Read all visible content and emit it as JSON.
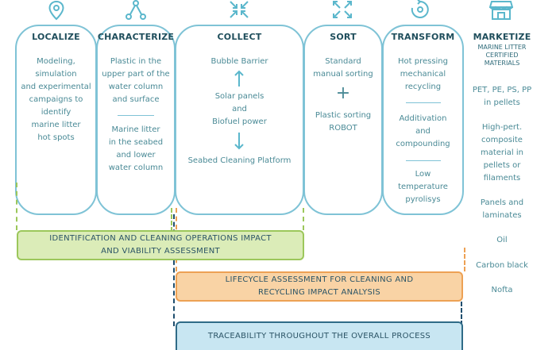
{
  "stages": {
    "localize": {
      "title": "LOCALIZE",
      "icon": "location-pin-icon",
      "text": "Modeling,\nsimulation\nand experimental\ncampaigns to\nidentify\nmarine litter\nhot spots"
    },
    "characterize": {
      "title": "CHARACTERIZE",
      "icon": "molecule-icon",
      "text_top": "Plastic in the\nupper part of the\nwater column\nand surface",
      "text_bottom": "Marine litter\nin the seabed\nand lower\nwater column"
    },
    "collect": {
      "title": "COLLECT",
      "icon": "collapse-arrows-icon",
      "line1": "Bubble Barrier",
      "line2": "Solar panels\nand\nBiofuel power",
      "line3": "Seabed Cleaning Platform"
    },
    "sort": {
      "title": "SORT",
      "icon": "expand-arrows-icon",
      "text_top": "Standard\nmanual sorting",
      "plus": "+",
      "text_bottom": "Plastic sorting\nROBOT"
    },
    "transform": {
      "title": "TRANSFORM",
      "icon": "recycle-disc-icon",
      "text_1": "Hot pressing\nmechanical\nrecycling",
      "text_2": "Additivation\nand\ncompounding",
      "text_3": "Low\ntemperature\npyrolisys"
    },
    "marketize": {
      "title": "MARKETIZE",
      "icon": "market-stall-icon",
      "subtitle": "MARINE LITTER\nCERTIFIED\nMATERIALS",
      "items": [
        "PET, PE, PS, PP\nin pellets",
        "High-pert.\ncomposite\nmaterial in\npellets or\nfilaments",
        "Panels and\nlaminates",
        "Oil",
        "Carbon black",
        "Nofta"
      ]
    }
  },
  "assessments": {
    "identification": "IDENTIFICATION AND CLEANING OPERATIONS IMPACT\nAND VIABILITY ASSESSMENT",
    "lifecycle": "LIFECYCLE ASSESSMENT FOR CLEANING AND\nRECYCLING IMPACT ANALYSIS",
    "traceability": "TRACEABILITY THROUGHOUT THE OVERALL PROCESS"
  },
  "colors": {
    "card_border": "#7fc3d6",
    "title": "#1f4e5c",
    "body_text": "#4a8a96",
    "green_fill": "#dbecb8",
    "green_border": "#9cc75b",
    "orange_fill": "#f9d3a5",
    "orange_border": "#eda154",
    "blue_fill": "#c8e6f2",
    "blue_border": "#2f6b87",
    "dashed_navy": "#1f4e6e"
  }
}
